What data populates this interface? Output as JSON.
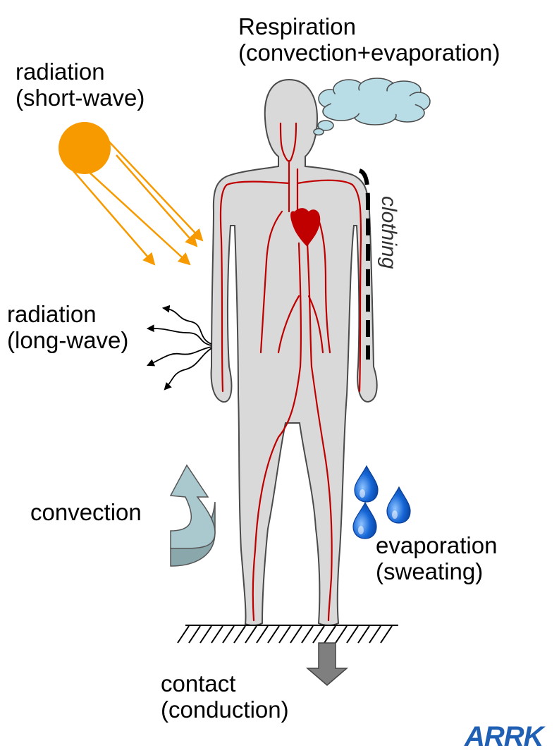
{
  "labels": {
    "respiration_title": "Respiration",
    "respiration_sub": "(convection+evaporation)",
    "radiation_short_title": "radiation",
    "radiation_short_sub": "(short-wave)",
    "radiation_long_title": "radiation",
    "radiation_long_sub": "(long-wave)",
    "clothing": "clothing",
    "convection": "convection",
    "evaporation_title": "evaporation",
    "evaporation_sub": "(sweating)",
    "contact_title": "contact",
    "contact_sub": "(conduction)"
  },
  "logo": {
    "text": "ARRK",
    "color": "#1f5fb4"
  },
  "colors": {
    "body": "#d9d9d9",
    "body_outline": "#4a4a4a",
    "vessels": "#c00000",
    "sun": "#f79a00",
    "sun_rays": "#f79a00",
    "cloud": "#b8dde6",
    "convection_arrow": "#a9c9cf",
    "sweat_drops": "#1566d6",
    "ground_arrow": "#7f7f7f"
  }
}
